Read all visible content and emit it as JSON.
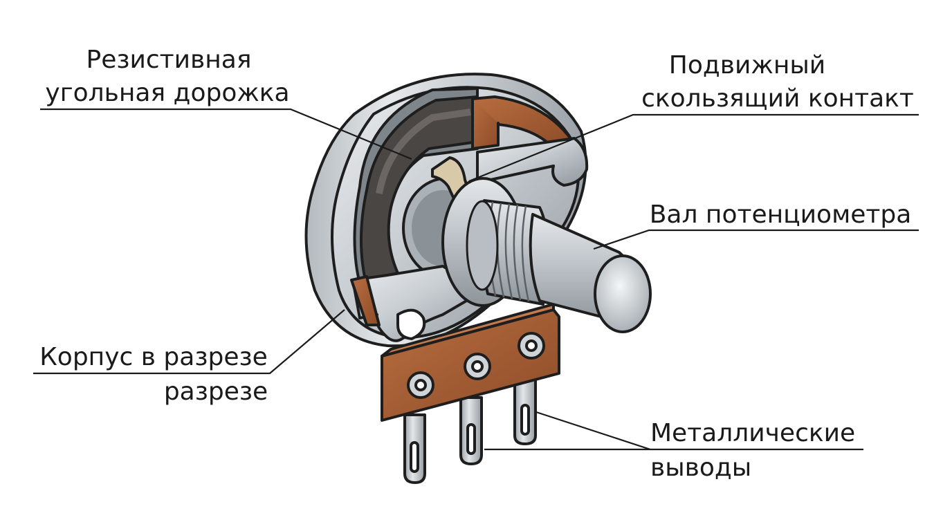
{
  "labels": {
    "resistive_track": {
      "line1": "Резистивная",
      "line2": "угольная дорожка"
    },
    "wiper": {
      "line1": "Подвижный",
      "line2": "скользящий контакт"
    },
    "shaft": {
      "line1": "Вал потенциометра"
    },
    "housing": {
      "line1": "Корпус в разрезе",
      "line2": "разрезе"
    },
    "terminals": {
      "line1": "Металлические",
      "line2": "выводы"
    }
  },
  "colors": {
    "housing_metal": "#c9ced3",
    "housing_shadow": "#9ea5ab",
    "carbon_track": "#4a4644",
    "copper": "#a85f35",
    "shaft_metal": "#c4c9ce",
    "wiper_brass": "#d8c9a8",
    "outline": "#1e1e1e"
  }
}
